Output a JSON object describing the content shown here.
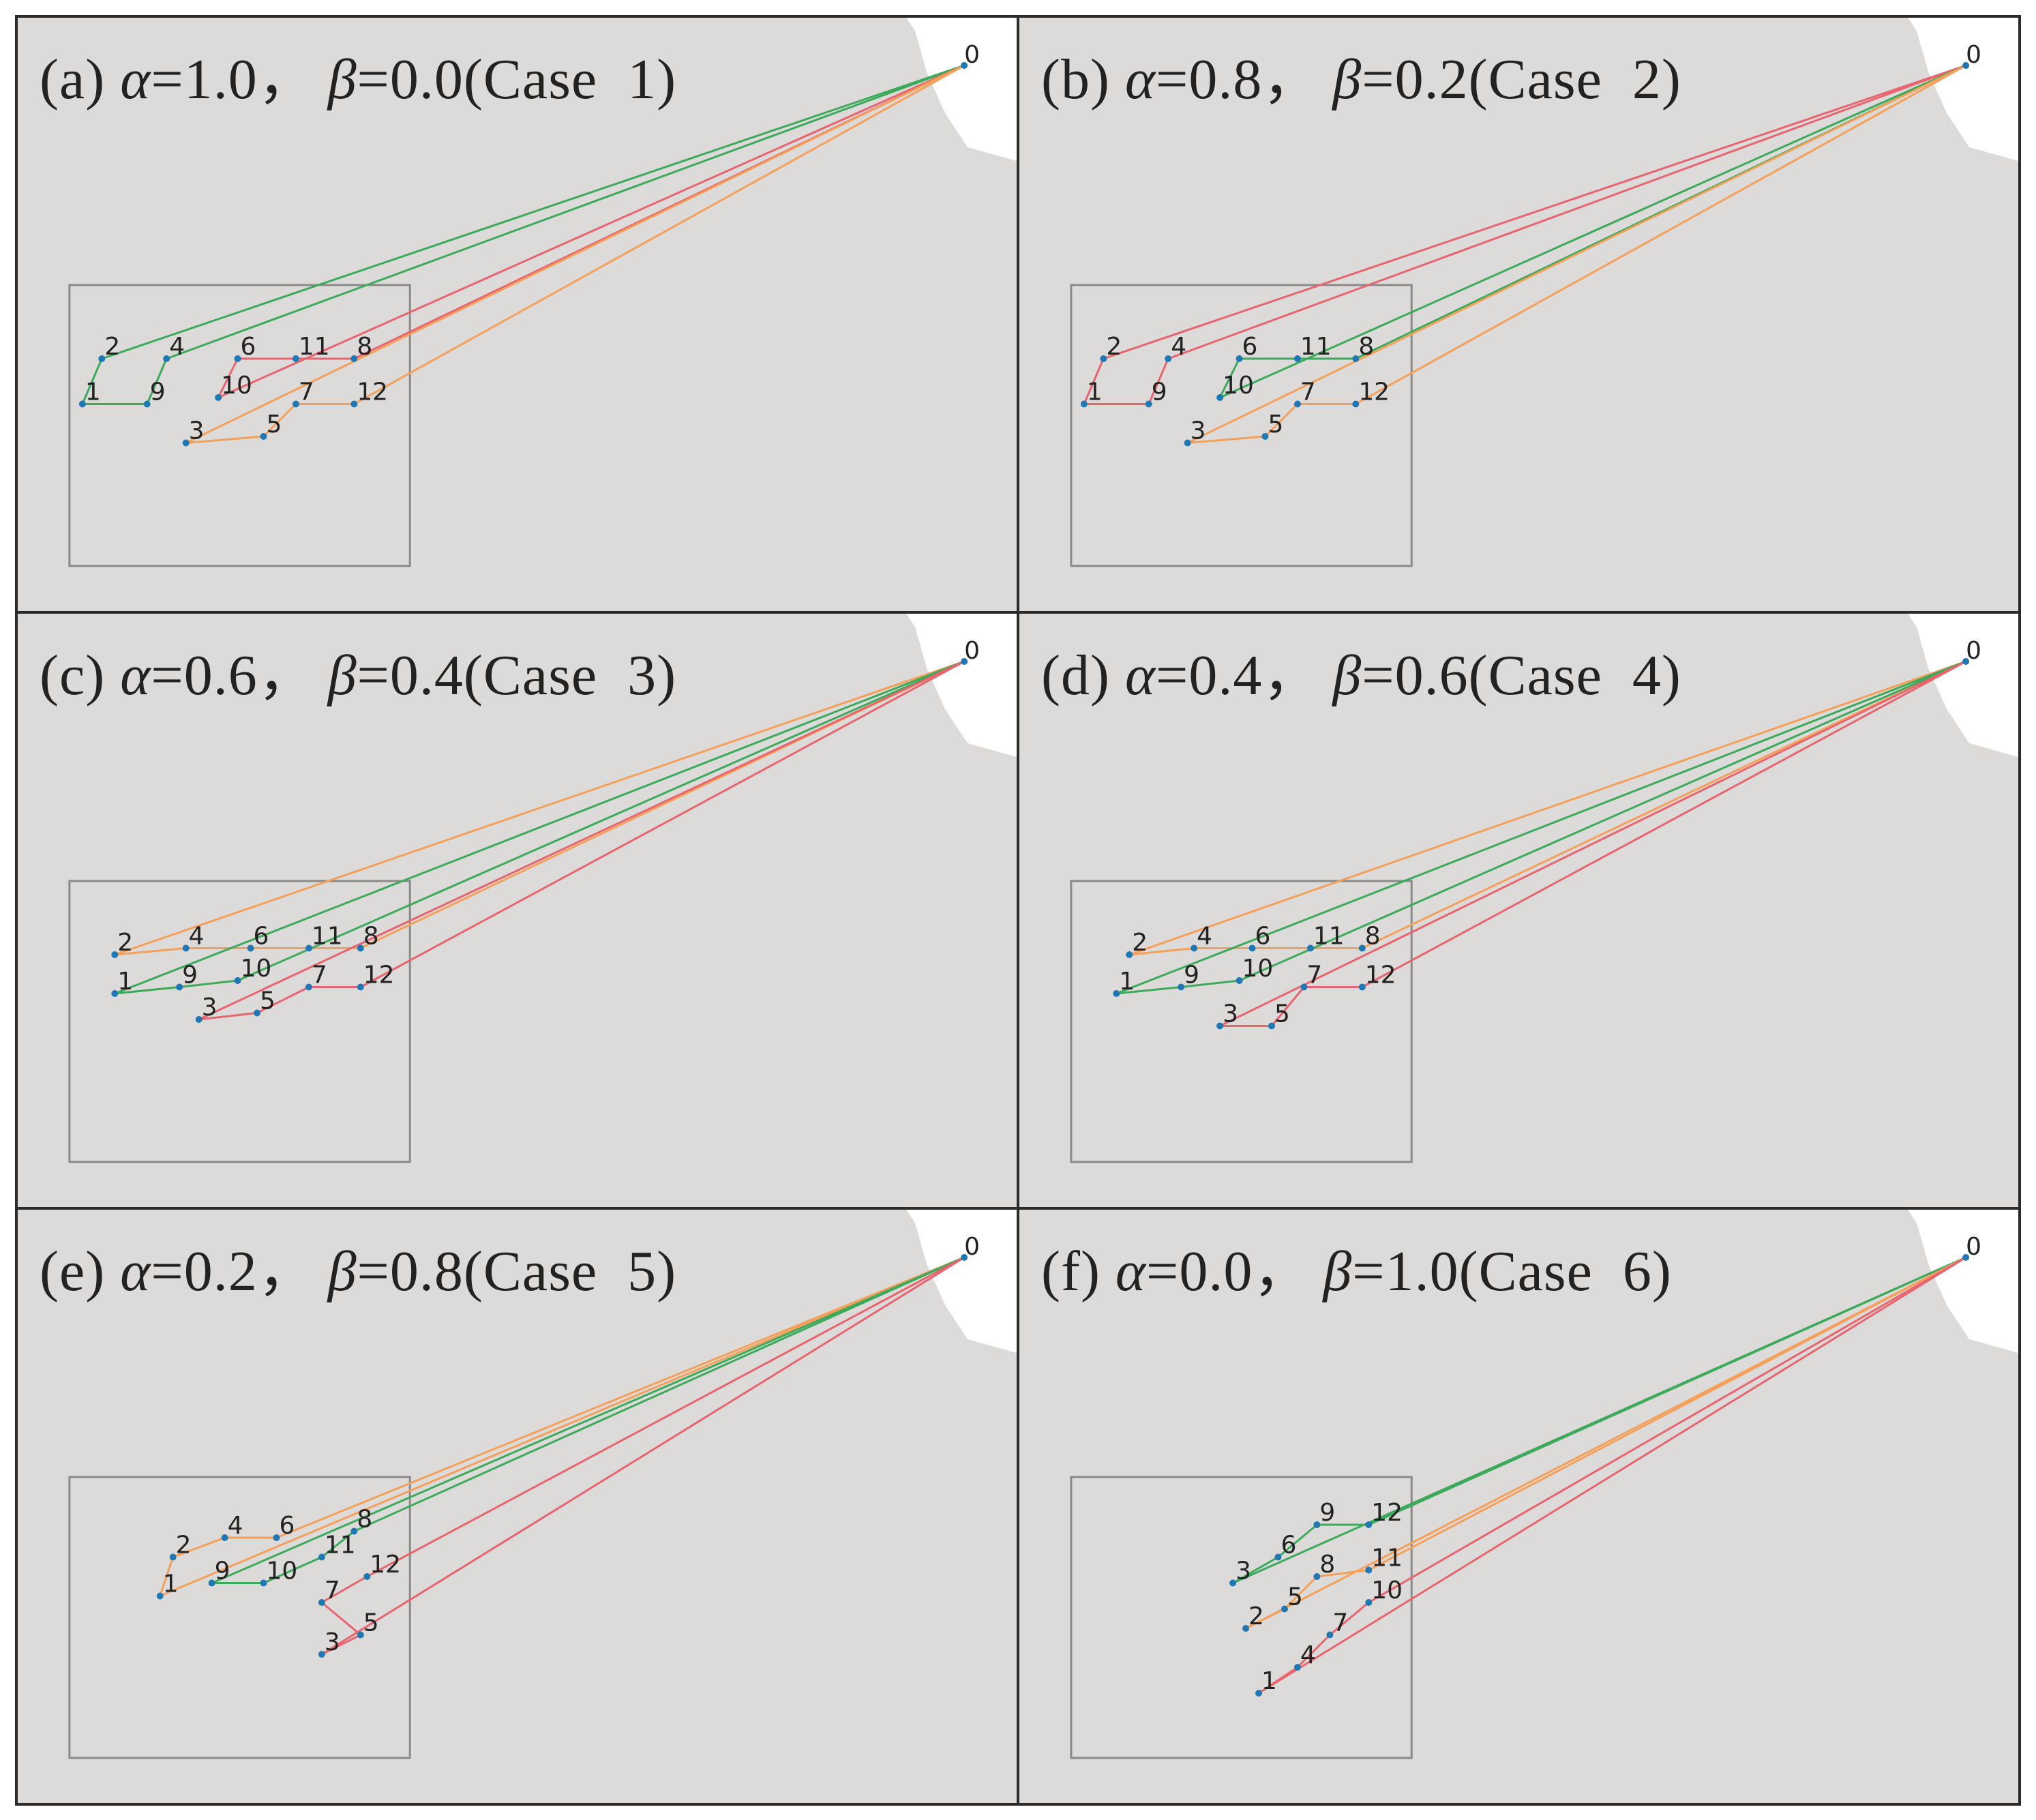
{
  "colors": {
    "green": "#3caa5a",
    "red": "#e8646e",
    "orange": "#f5a05a",
    "node": "#1f77b4",
    "land": "#dcdbda",
    "sea": "#ffffff"
  },
  "panels": [
    {
      "id": "a",
      "prefix": "(a) ",
      "alpha_label": "α",
      "alpha_value": "=1.0，",
      "beta_label": "β",
      "beta_value": "=0.0",
      "case_label": "(Case  1)",
      "nodes": [
        {
          "id": "2",
          "x": 0.5,
          "y": 3.2
        },
        {
          "id": "4",
          "x": 1.5,
          "y": 3.2
        },
        {
          "id": "6",
          "x": 2.6,
          "y": 3.2
        },
        {
          "id": "11",
          "x": 3.5,
          "y": 3.2
        },
        {
          "id": "8",
          "x": 4.4,
          "y": 3.2
        },
        {
          "id": "1",
          "x": 0.2,
          "y": 2.5
        },
        {
          "id": "9",
          "x": 1.2,
          "y": 2.5
        },
        {
          "id": "10",
          "x": 2.3,
          "y": 2.6
        },
        {
          "id": "7",
          "x": 3.5,
          "y": 2.5
        },
        {
          "id": "12",
          "x": 4.4,
          "y": 2.5
        },
        {
          "id": "3",
          "x": 1.8,
          "y": 1.9
        },
        {
          "id": "5",
          "x": 3.0,
          "y": 2.0
        }
      ],
      "routes": [
        {
          "color": "green",
          "path": [
            "0",
            "4",
            "9",
            "1",
            "2",
            "0"
          ]
        },
        {
          "color": "red",
          "path": [
            "0",
            "8",
            "11",
            "6",
            "10",
            "0"
          ]
        },
        {
          "color": "orange",
          "path": [
            "0",
            "12",
            "7",
            "5",
            "3",
            "0"
          ]
        }
      ]
    },
    {
      "id": "b",
      "prefix": "(b) ",
      "alpha_label": "α",
      "alpha_value": "=0.8，",
      "beta_label": "β",
      "beta_value": "=0.2",
      "case_label": "(Case  2)",
      "nodes": [
        {
          "id": "2",
          "x": 0.5,
          "y": 3.2
        },
        {
          "id": "4",
          "x": 1.5,
          "y": 3.2
        },
        {
          "id": "6",
          "x": 2.6,
          "y": 3.2
        },
        {
          "id": "11",
          "x": 3.5,
          "y": 3.2
        },
        {
          "id": "8",
          "x": 4.4,
          "y": 3.2
        },
        {
          "id": "1",
          "x": 0.2,
          "y": 2.5
        },
        {
          "id": "9",
          "x": 1.2,
          "y": 2.5
        },
        {
          "id": "10",
          "x": 2.3,
          "y": 2.6
        },
        {
          "id": "7",
          "x": 3.5,
          "y": 2.5
        },
        {
          "id": "12",
          "x": 4.4,
          "y": 2.5
        },
        {
          "id": "3",
          "x": 1.8,
          "y": 1.9
        },
        {
          "id": "5",
          "x": 3.0,
          "y": 2.0
        }
      ],
      "routes": [
        {
          "color": "red",
          "path": [
            "0",
            "4",
            "9",
            "1",
            "2",
            "0"
          ]
        },
        {
          "color": "green",
          "path": [
            "0",
            "8",
            "11",
            "6",
            "10",
            "0"
          ]
        },
        {
          "color": "orange",
          "path": [
            "0",
            "12",
            "7",
            "5",
            "3",
            "0"
          ]
        }
      ]
    },
    {
      "id": "c",
      "prefix": "(c) ",
      "alpha_label": "α",
      "alpha_value": "=0.6，",
      "beta_label": "β",
      "beta_value": "=0.4",
      "case_label": "(Case  3)",
      "nodes": [
        {
          "id": "2",
          "x": 0.7,
          "y": 3.2
        },
        {
          "id": "4",
          "x": 1.8,
          "y": 3.3
        },
        {
          "id": "6",
          "x": 2.8,
          "y": 3.3
        },
        {
          "id": "11",
          "x": 3.7,
          "y": 3.3
        },
        {
          "id": "8",
          "x": 4.5,
          "y": 3.3
        },
        {
          "id": "1",
          "x": 0.7,
          "y": 2.6
        },
        {
          "id": "9",
          "x": 1.7,
          "y": 2.7
        },
        {
          "id": "10",
          "x": 2.6,
          "y": 2.8
        },
        {
          "id": "7",
          "x": 3.7,
          "y": 2.7
        },
        {
          "id": "12",
          "x": 4.5,
          "y": 2.7
        },
        {
          "id": "3",
          "x": 2.0,
          "y": 2.2
        },
        {
          "id": "5",
          "x": 2.9,
          "y": 2.3
        }
      ],
      "routes": [
        {
          "color": "orange",
          "path": [
            "0",
            "8",
            "11",
            "6",
            "4",
            "2",
            "0"
          ]
        },
        {
          "color": "green",
          "path": [
            "0",
            "10",
            "9",
            "1",
            "0"
          ]
        },
        {
          "color": "red",
          "path": [
            "0",
            "12",
            "7",
            "5",
            "3",
            "0"
          ]
        }
      ]
    },
    {
      "id": "d",
      "prefix": "(d) ",
      "alpha_label": "α",
      "alpha_value": "=0.4，",
      "beta_label": "β",
      "beta_value": "=0.6",
      "case_label": "(Case  4)",
      "nodes": [
        {
          "id": "2",
          "x": 0.9,
          "y": 3.2
        },
        {
          "id": "4",
          "x": 1.9,
          "y": 3.3
        },
        {
          "id": "6",
          "x": 2.8,
          "y": 3.3
        },
        {
          "id": "11",
          "x": 3.7,
          "y": 3.3
        },
        {
          "id": "8",
          "x": 4.5,
          "y": 3.3
        },
        {
          "id": "1",
          "x": 0.7,
          "y": 2.6
        },
        {
          "id": "9",
          "x": 1.7,
          "y": 2.7
        },
        {
          "id": "10",
          "x": 2.6,
          "y": 2.8
        },
        {
          "id": "7",
          "x": 3.6,
          "y": 2.7
        },
        {
          "id": "12",
          "x": 4.5,
          "y": 2.7
        },
        {
          "id": "3",
          "x": 2.3,
          "y": 2.1
        },
        {
          "id": "5",
          "x": 3.1,
          "y": 2.1
        }
      ],
      "routes": [
        {
          "color": "orange",
          "path": [
            "0",
            "8",
            "11",
            "6",
            "4",
            "2",
            "0"
          ]
        },
        {
          "color": "green",
          "path": [
            "0",
            "10",
            "9",
            "1",
            "0"
          ]
        },
        {
          "color": "red",
          "path": [
            "0",
            "12",
            "7",
            "5",
            "3",
            "0"
          ]
        }
      ]
    },
    {
      "id": "e",
      "prefix": "(e) ",
      "alpha_label": "α",
      "alpha_value": "=0.2，",
      "beta_label": "β",
      "beta_value": "=0.8",
      "case_label": "(Case  5)",
      "nodes": [
        {
          "id": "2",
          "x": 1.6,
          "y": 3.1
        },
        {
          "id": "4",
          "x": 2.4,
          "y": 3.4
        },
        {
          "id": "6",
          "x": 3.2,
          "y": 3.4
        },
        {
          "id": "8",
          "x": 4.4,
          "y": 3.5
        },
        {
          "id": "1",
          "x": 1.4,
          "y": 2.5
        },
        {
          "id": "9",
          "x": 2.2,
          "y": 2.7
        },
        {
          "id": "10",
          "x": 3.0,
          "y": 2.7
        },
        {
          "id": "11",
          "x": 3.9,
          "y": 3.1
        },
        {
          "id": "12",
          "x": 4.6,
          "y": 2.8
        },
        {
          "id": "7",
          "x": 3.9,
          "y": 2.4
        },
        {
          "id": "5",
          "x": 4.5,
          "y": 1.9
        },
        {
          "id": "3",
          "x": 3.9,
          "y": 1.6
        }
      ],
      "routes": [
        {
          "color": "orange",
          "path": [
            "0",
            "6",
            "4",
            "2",
            "1",
            "0"
          ]
        },
        {
          "color": "green",
          "path": [
            "0",
            "8",
            "11",
            "10",
            "9",
            "0"
          ]
        },
        {
          "color": "red",
          "path": [
            "0",
            "12",
            "7",
            "5",
            "3",
            "0"
          ]
        }
      ]
    },
    {
      "id": "f",
      "prefix": "(f) ",
      "alpha_label": "α",
      "alpha_value": "=0.0，",
      "beta_label": "β",
      "beta_value": "=1.0",
      "case_label": "(Case  6)",
      "nodes": [
        {
          "id": "9",
          "x": 3.8,
          "y": 3.6
        },
        {
          "id": "12",
          "x": 4.6,
          "y": 3.6
        },
        {
          "id": "6",
          "x": 3.2,
          "y": 3.1
        },
        {
          "id": "3",
          "x": 2.5,
          "y": 2.7
        },
        {
          "id": "8",
          "x": 3.8,
          "y": 2.8
        },
        {
          "id": "11",
          "x": 4.6,
          "y": 2.9
        },
        {
          "id": "5",
          "x": 3.3,
          "y": 2.3
        },
        {
          "id": "10",
          "x": 4.6,
          "y": 2.4
        },
        {
          "id": "2",
          "x": 2.7,
          "y": 2.0
        },
        {
          "id": "7",
          "x": 4.0,
          "y": 1.9
        },
        {
          "id": "4",
          "x": 3.5,
          "y": 1.4
        },
        {
          "id": "1",
          "x": 2.9,
          "y": 1.0
        }
      ],
      "routes": [
        {
          "color": "green",
          "path": [
            "0",
            "12",
            "9",
            "6",
            "3",
            "0"
          ]
        },
        {
          "color": "orange",
          "path": [
            "0",
            "11",
            "8",
            "5",
            "2",
            "0"
          ]
        },
        {
          "color": "red",
          "path": [
            "0",
            "10",
            "7",
            "4",
            "1",
            "0"
          ]
        }
      ]
    }
  ]
}
